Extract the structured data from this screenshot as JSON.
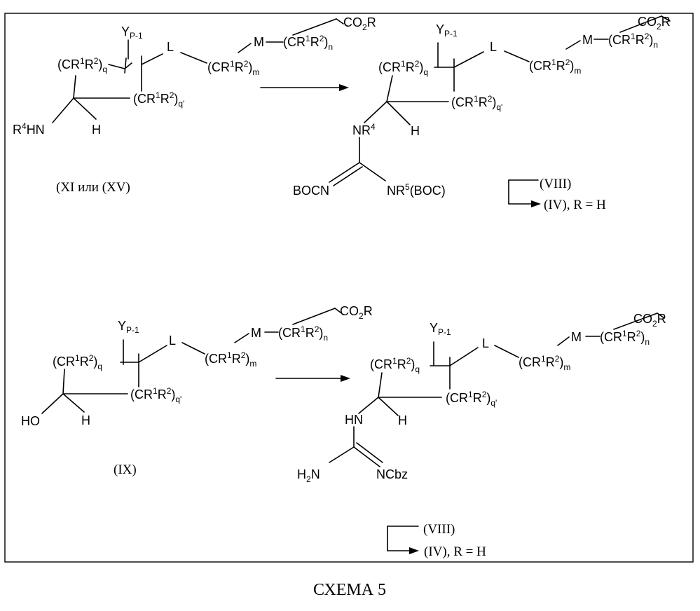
{
  "scheme": {
    "caption": "СХЕМА 5",
    "top": {
      "start_label": "(XI  или (XV)",
      "reagent_1": "(VIII)",
      "product_1": "(IV), R = H",
      "start": {
        "amine": "R",
        "amine_sup": "4",
        "amine_tail": "HN",
        "h": "H"
      },
      "product": {
        "nr4": "NR",
        "nr4_sup": "4",
        "boccn": "BOCN",
        "nr5": "NR",
        "nr5_sup": "5",
        "nr5_tail": "(BOC)",
        "h": "H"
      }
    },
    "bottom": {
      "start_label": "(IX)",
      "reagent_2": "(VIII)",
      "product_2": "(IV), R = H",
      "start": {
        "ho": "HO",
        "h": "H"
      },
      "product": {
        "hn": "HN",
        "h2n": "H",
        "h2n_sub": "2",
        "h2n_tail": "N",
        "ncbz": "NCbz",
        "h": "H"
      }
    },
    "fragments": {
      "co2r_a": "CO",
      "co2r_sub": "2",
      "co2r_b": "R",
      "m": "M",
      "l": "L",
      "y_a": "Y",
      "y_sub": "P-1",
      "cr": "(CR",
      "r1": "1",
      "r": "R",
      "r2": "2",
      "close": ")",
      "n": "n",
      "m_idx": "m",
      "q": "q",
      "qp": "q'"
    }
  }
}
